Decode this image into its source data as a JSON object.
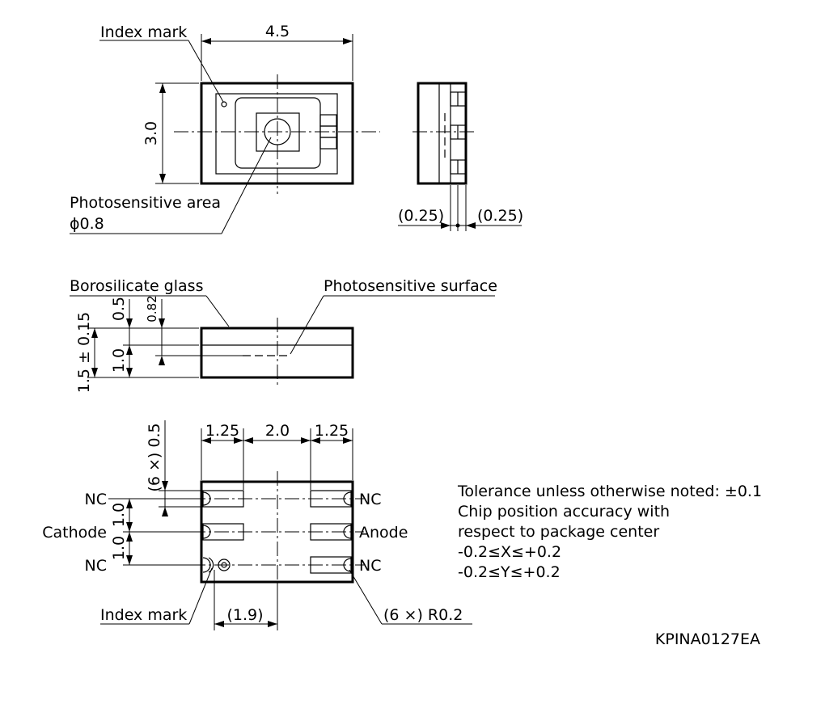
{
  "top_view": {
    "index_mark_label": "Index mark",
    "width_dim": "4.5",
    "height_dim": "3.0",
    "photosensitive_area_label": "Photosensitive area",
    "photosensitive_area_dia": "ϕ0.8"
  },
  "side_view": {
    "left_dim": "(0.25)",
    "right_dim": "(0.25)"
  },
  "section_view": {
    "glass_label": "Borosilicate glass",
    "surface_label": "Photosensitive surface",
    "glass_dim": "0.5",
    "surface_dim": "0.82",
    "total_dim": "1.5 ± 0.15",
    "body_dim": "1.0"
  },
  "bottom_view": {
    "pad_width_dim": "(6 ×) 0.5",
    "pitch_left": "1.25",
    "pitch_mid": "2.0",
    "pitch_right": "1.25",
    "row_pitch_1": "1.0",
    "row_pitch_2": "1.0",
    "pins": {
      "left_top": "NC",
      "left_mid": "Cathode",
      "left_bot": "NC",
      "right_top": "NC",
      "right_mid": "Anode",
      "right_bot": "NC"
    },
    "index_mark_label": "Index mark",
    "index_offset_dim": "(1.9)",
    "radius_dim": "(6 ×) R0.2"
  },
  "notes": [
    "Tolerance unless otherwise noted: ±0.1",
    "Chip position accuracy with",
    "respect to package center",
    "-0.2≤X≤+0.2",
    "-0.2≤Y≤+0.2"
  ],
  "drawing_code": "KPINA0127EA"
}
